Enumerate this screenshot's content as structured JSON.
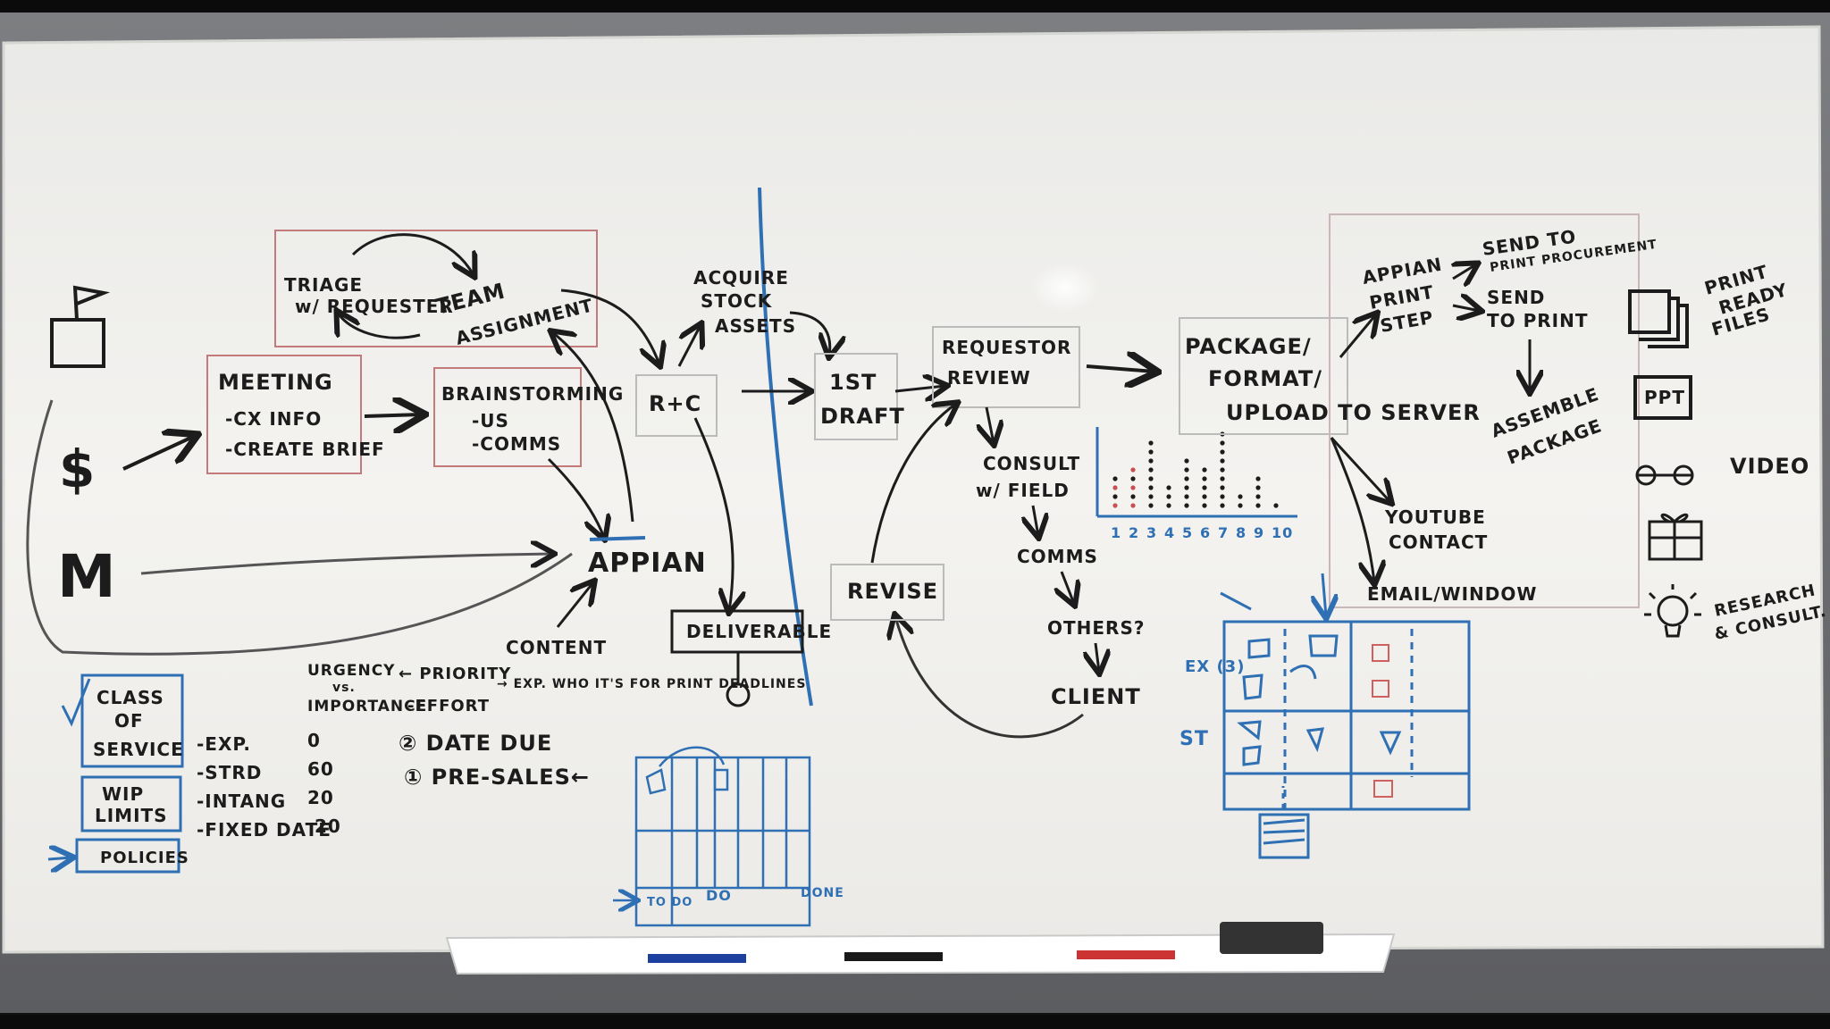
{
  "colors": {
    "wall": "#6f7073",
    "board": "#f2f1ee",
    "ink_black": "#1c1c1c",
    "ink_blue": "#2f6fb3",
    "ink_red": "#c85050"
  },
  "board": {
    "inputs": {
      "dollar": "$",
      "m": "M"
    },
    "process": {
      "triage": "TRIAGE w/ REQUESTER",
      "team_assignment": "TEAM ASSIGNMENT",
      "meeting": "MEETING",
      "meeting_items": [
        "-CX INFO",
        "-CREATE BRIEF"
      ],
      "brainstorming": "BRAINSTORMING",
      "brainstorm_items": [
        "-US",
        "-COMMS"
      ],
      "appian": "APPIAN",
      "content": "CONTENT",
      "acquire": "ACQUIRE STOCK ASSETS",
      "rc": "R+C",
      "deliverable": "DELIVERABLE",
      "first_draft": "1ST DRAFT",
      "requestor_review": "REQUESTOR REVIEW",
      "consult": "CONSULT w/ FIELD",
      "comms": "COMMS",
      "others": "OTHERS?",
      "client": "CLIENT",
      "revise": "REVISE",
      "package": "PACKAGE/ FORMAT/ UPLOAD TO SERVER",
      "appian_print": "APPIAN PRINT STEP",
      "send_procurement": "SEND TO PRINT PROCUREMENT",
      "send_print": "SEND TO PRINT",
      "assemble": "ASSEMBLE PACKAGE",
      "youtube": "YOUTUBE CONTACT",
      "email": "EMAIL/WINDOW"
    },
    "legend": {
      "class_of_service": "CLASS OF SERVICE",
      "classes": [
        {
          "name": "-EXP.",
          "value": "0"
        },
        {
          "name": "-STRD",
          "value": "60"
        },
        {
          "name": "-INTANG",
          "value": "20"
        },
        {
          "name": "-FIXED DATE",
          "value": "20"
        }
      ],
      "wip_limits": "WIP LIMITS",
      "policies": "POLICIES",
      "urgency": "URGENCY vs. IMPORTANCE",
      "priority": "← PRIORITY",
      "effort": "-EFFORT",
      "priority_note": "→ EXP. WHO IT'S FOR PRINT DEADLINES",
      "date_due": "② DATE DUE",
      "pre_sales": "① PRE-SALES←"
    },
    "right_icons": {
      "print_ready": "PRINT READY FILES",
      "ppt": "PPT",
      "video": "VIDEO",
      "research": "RESEARCH & CONSULT."
    },
    "chart": {
      "x_ticks": [
        "1",
        "2",
        "3",
        "4",
        "5",
        "6",
        "7",
        "8",
        "9",
        "10"
      ]
    },
    "kanban_right": {
      "row_labels": [
        "EX (3)",
        "ST"
      ]
    },
    "kanban_left": {
      "labels": [
        "TO DO",
        "DO",
        "DONE"
      ]
    }
  }
}
